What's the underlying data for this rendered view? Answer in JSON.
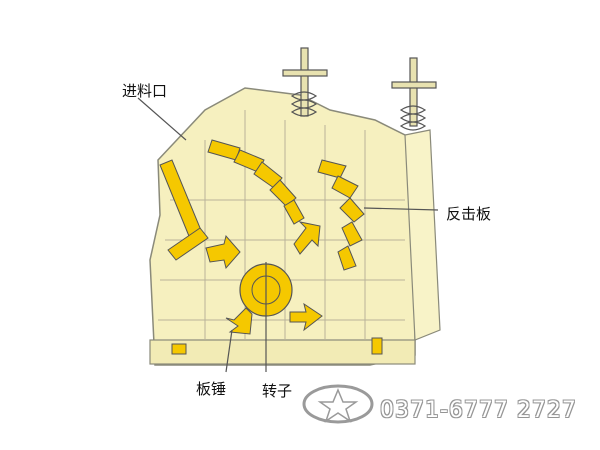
{
  "labels": {
    "inlet": "进料口",
    "impact_plate": "反击板",
    "hammer": "板锤",
    "rotor": "转子"
  },
  "watermark": {
    "phone": "0371-6777  2727"
  },
  "colors": {
    "body_fill": "#f6f0bf",
    "line": "#8a8a7a",
    "accent_yellow": "#f5c800",
    "outline_dark": "#555555"
  }
}
